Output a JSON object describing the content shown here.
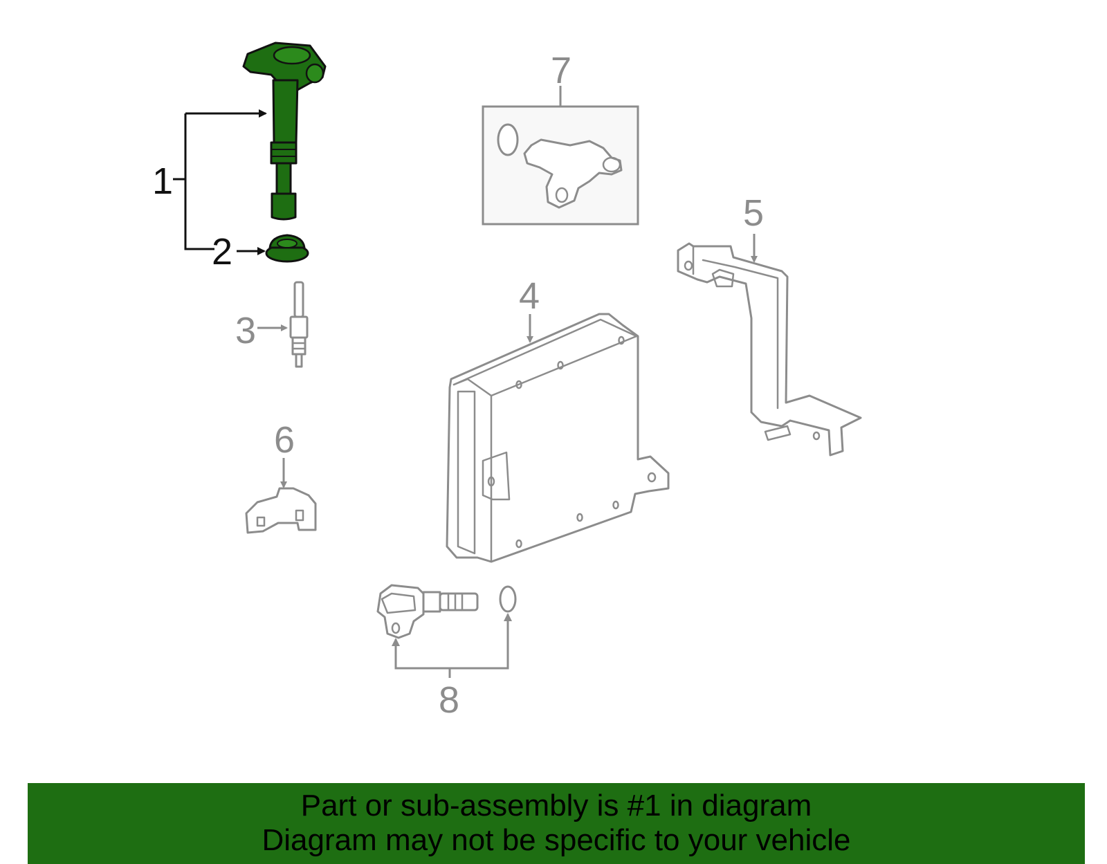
{
  "diagram": {
    "callouts": {
      "c1": "1",
      "c2": "2",
      "c3": "3",
      "c4": "4",
      "c5": "5",
      "c6": "6",
      "c7": "7",
      "c8": "8"
    },
    "colors": {
      "highlight_fill": "#1e6e12",
      "outline_gray": "#8c8c8c",
      "leader_black": "#111111"
    },
    "highlighted_parts": [
      "1",
      "2"
    ]
  },
  "footer": {
    "line1": "Part or sub-assembly is #1 in diagram",
    "line2": "Diagram may not be specific to your vehicle",
    "background": "#1e6e12"
  }
}
